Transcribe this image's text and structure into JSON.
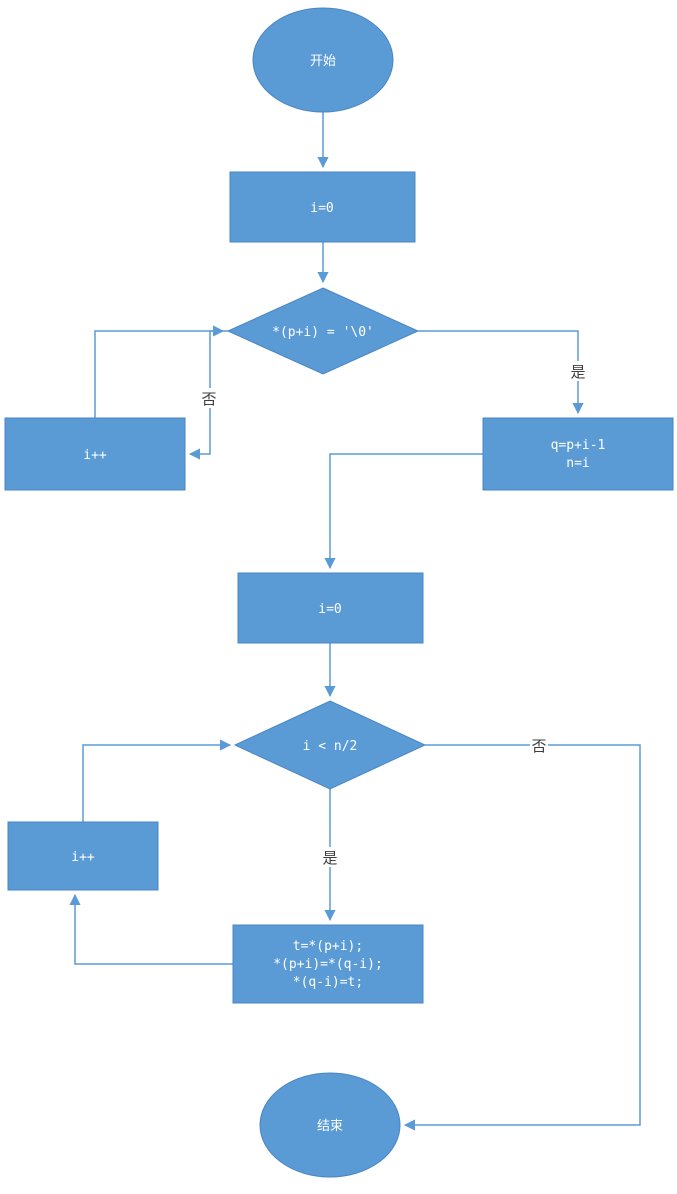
{
  "flowchart": {
    "accent_color": "#5B9BD5",
    "accent_border_color": "#4A86C5",
    "edge_label_color": "#3f3f3f",
    "node_text_color": "#ffffff",
    "nodes": {
      "start": {
        "type": "terminator",
        "label": "开始"
      },
      "init_i_first": {
        "type": "process",
        "label": "i=0"
      },
      "cond_string_end": {
        "type": "decision",
        "label": "*(p+i) = '\\0'"
      },
      "increment_i_first": {
        "type": "process",
        "label": "i++"
      },
      "set_q_and_n": {
        "type": "process",
        "line1": "q=p+i-1",
        "line2": "n=i"
      },
      "init_i_second": {
        "type": "process",
        "label": "i=0"
      },
      "cond_half_length": {
        "type": "decision",
        "label": "i < n/2"
      },
      "increment_i_second": {
        "type": "process",
        "label": "i++"
      },
      "swap_chars": {
        "type": "process",
        "line1": "t=*(p+i);",
        "line2": "*(p+i)=*(q-i);",
        "line3": "*(q-i)=t;"
      },
      "end": {
        "type": "terminator",
        "label": "结束"
      }
    },
    "edge_labels": {
      "cond_string_end_yes": "是",
      "cond_string_end_no": "否",
      "cond_half_length_yes": "是",
      "cond_half_length_no": "否"
    }
  }
}
